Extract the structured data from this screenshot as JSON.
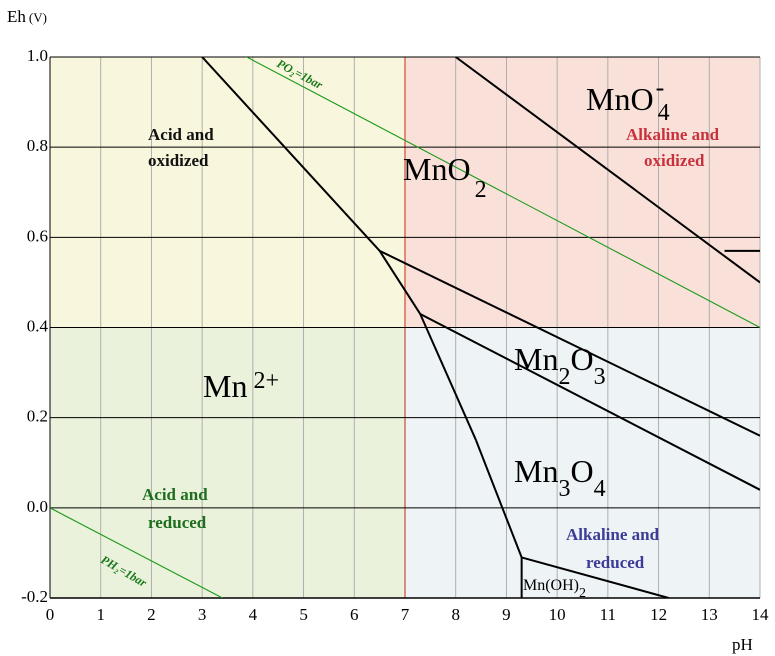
{
  "chart_data": {
    "type": "diagram",
    "title": "",
    "xlabel": "pH",
    "ylabel": "Eh",
    "ylabel_unit": "(V)",
    "xlim": [
      0,
      14
    ],
    "ylim": [
      -0.2,
      1.0
    ],
    "x_ticks": [
      "0",
      "1",
      "2",
      "3",
      "4",
      "5",
      "6",
      "7",
      "8",
      "9",
      "10",
      "11",
      "12",
      "13",
      "14"
    ],
    "y_ticks": [
      "1.0",
      "0.8",
      "0.6",
      "0.4",
      "0.2",
      "0.0",
      "-0.2"
    ],
    "quadrants": [
      {
        "name": "Acid and oxidized",
        "x": [
          0,
          7
        ],
        "y": [
          0.4,
          1.0
        ],
        "color": "#f8f6dc"
      },
      {
        "name": "Alkaline and oxidized",
        "x": [
          7,
          14
        ],
        "y": [
          0.4,
          1.0
        ],
        "color": "#f9e1da"
      },
      {
        "name": "Acid and reduced",
        "x": [
          0,
          7
        ],
        "y": [
          -0.2,
          0.4
        ],
        "color": "#eaf2dc"
      },
      {
        "name": "Alkaline and reduced",
        "x": [
          7,
          14
        ],
        "y": [
          -0.2,
          0.4
        ],
        "color": "#eef3f6"
      }
    ],
    "quadrant_labels": {
      "acid_oxidized": {
        "line1": "Acid and",
        "line2": "oxidized",
        "color": "#111111"
      },
      "alkaline_oxidized": {
        "line1": "Alkaline and",
        "line2": "oxidized",
        "color": "#c8323c"
      },
      "acid_reduced": {
        "line1": "Acid and",
        "line2": "reduced",
        "color": "#1e6e1e"
      },
      "alkaline_reduced": {
        "line1": "Alkaline and",
        "line2": "reduced",
        "color": "#3c3c96"
      }
    },
    "species": {
      "mn2": {
        "base": "Mn",
        "sup": "2+"
      },
      "mno2": {
        "base": "MnO",
        "sub": "2"
      },
      "mno4": {
        "base": "MnO",
        "sub": "4",
        "sup": "-"
      },
      "mn2o3": {
        "base1": "Mn",
        "sub1": "2",
        "base2": "O",
        "sub2": "3"
      },
      "mn3o4": {
        "base1": "Mn",
        "sub1": "3",
        "base2": "O",
        "sub2": "4"
      },
      "mnoh2": {
        "base": "Mn(OH)",
        "sub": "2"
      }
    },
    "gas_lines": [
      {
        "label": "PO₂=1bar",
        "points": [
          [
            0,
            1.23
          ],
          [
            14,
            0.4
          ]
        ],
        "color": "#1a9a1a"
      },
      {
        "label": "PH₂=1bar",
        "points": [
          [
            0,
            0.0
          ],
          [
            3.4,
            -0.2
          ]
        ],
        "color": "#1a9a1a"
      }
    ],
    "boundaries": [
      {
        "name": "Mn2+/MnO2",
        "points": [
          [
            3.0,
            1.0
          ],
          [
            6.5,
            0.57
          ],
          [
            7.3,
            0.43
          ]
        ]
      },
      {
        "name": "Mn2+/Mn2O3",
        "points": [
          [
            7.3,
            0.43
          ],
          [
            8.4,
            0.15
          ]
        ]
      },
      {
        "name": "Mn2+/Mn3O4",
        "points": [
          [
            8.4,
            0.15
          ],
          [
            9.3,
            -0.11
          ]
        ]
      },
      {
        "name": "Mn2+/Mn(OH)2",
        "points": [
          [
            9.3,
            -0.11
          ],
          [
            9.3,
            -0.2
          ]
        ]
      },
      {
        "name": "MnO2/MnO4-",
        "points": [
          [
            8.0,
            1.0
          ],
          [
            14.0,
            0.5
          ]
        ]
      },
      {
        "name": "MnO2/Mn2O3",
        "points": [
          [
            6.5,
            0.57
          ],
          [
            14.0,
            0.16
          ]
        ]
      },
      {
        "name": "Mn2O3/Mn3O4",
        "points": [
          [
            7.3,
            0.43
          ],
          [
            14.0,
            0.04
          ]
        ]
      },
      {
        "name": "Mn3O4/Mn(OH)2",
        "points": [
          [
            9.3,
            -0.11
          ],
          [
            12.2,
            -0.2
          ]
        ]
      },
      {
        "name": "MnO4-",
        "points": [
          [
            13.3,
            0.57
          ],
          [
            14.0,
            0.57
          ]
        ]
      }
    ]
  }
}
